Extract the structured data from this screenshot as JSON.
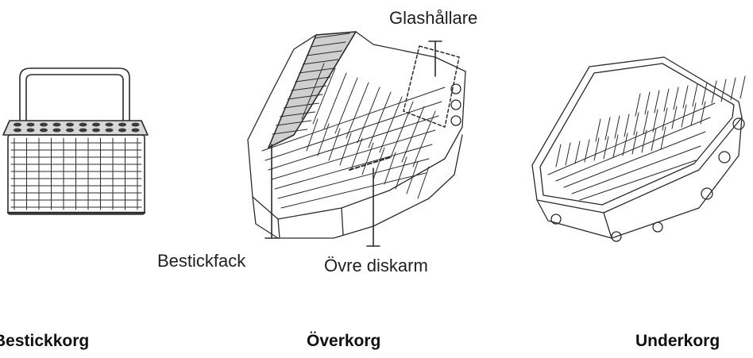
{
  "labels": {
    "glass_holder": "Glashållare",
    "cutlery_tray": "Bestickfack",
    "upper_spray_arm": "Övre diskarm"
  },
  "captions": {
    "left": "Bestickkorg",
    "middle": "Överkorg",
    "right": "Underkorg"
  }
}
